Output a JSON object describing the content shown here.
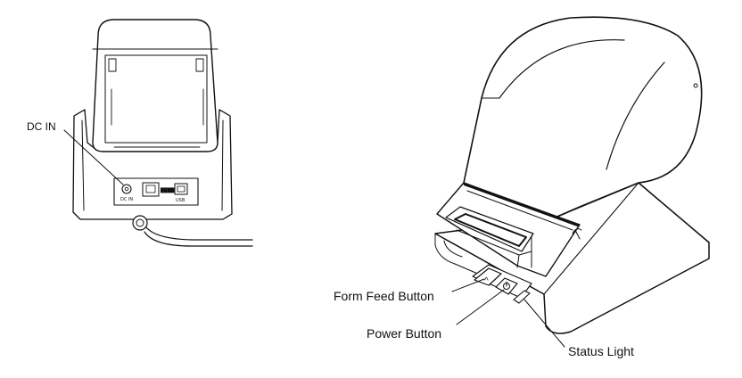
{
  "labels": {
    "dc_in": "DC IN",
    "form_feed_button": "Form Feed Button",
    "power_button": "Power Button",
    "status_light": "Status Light"
  },
  "icons": {
    "form_feed_glyph": "^",
    "power_glyph": "⏻"
  },
  "colors": {
    "ink": "#111111",
    "paper": "#ffffff"
  }
}
